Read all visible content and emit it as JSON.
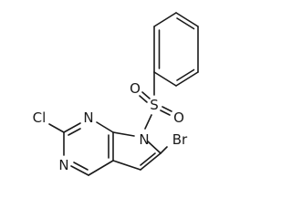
{
  "atoms": {
    "s": "S",
    "o_top": "O",
    "o_right": "O",
    "n7": "N",
    "n1": "N",
    "n3": "N",
    "cl": "Cl",
    "br": "Br"
  },
  "colors": {
    "ink": "#1a1a1a",
    "background": "#ffffff"
  }
}
